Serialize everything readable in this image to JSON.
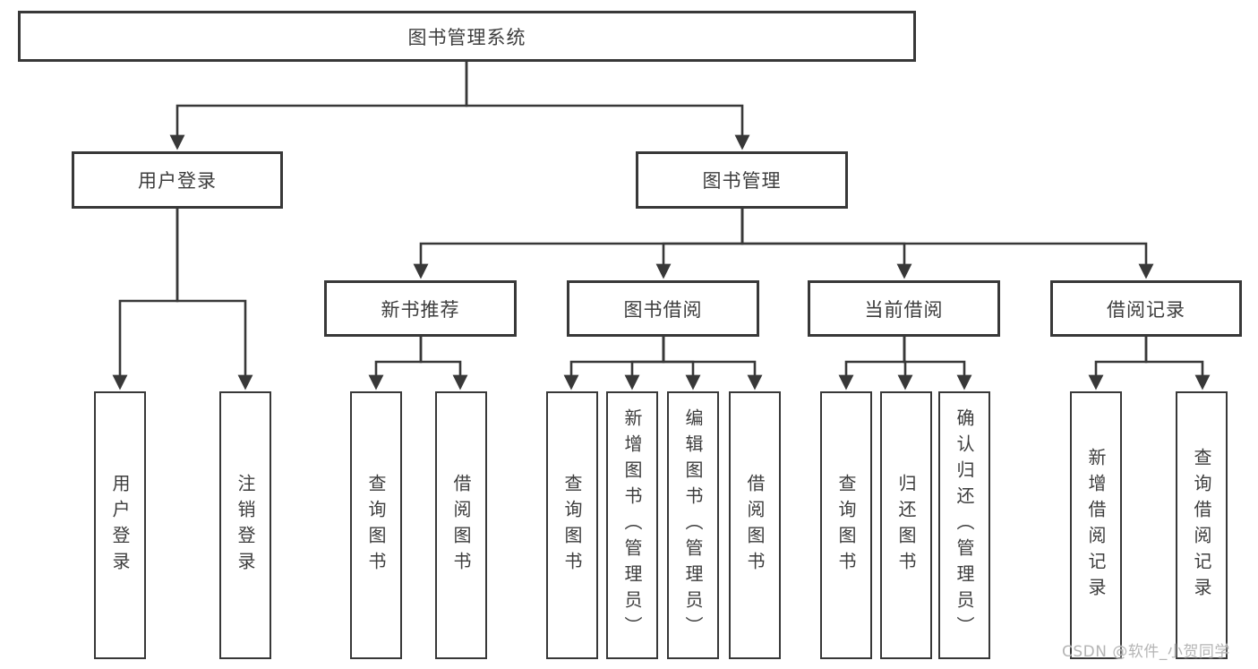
{
  "tree": {
    "root": "图书管理系统",
    "branches": [
      {
        "label": "用户登录",
        "leaves": [
          "用户登录",
          "注销登录"
        ]
      },
      {
        "label": "图书管理",
        "groups": [
          {
            "label": "新书推荐",
            "leaves": [
              "查询图书",
              "借阅图书"
            ]
          },
          {
            "label": "图书借阅",
            "leaves": [
              "查询图书",
              "新增图书（管理员）",
              "编辑图书（管理员）",
              "借阅图书"
            ]
          },
          {
            "label": "当前借阅",
            "leaves": [
              "查询图书",
              "归还图书",
              "确认归还（管理员）"
            ]
          },
          {
            "label": "借阅记录",
            "leaves": [
              "新增借阅记录",
              "查询借阅记录"
            ]
          }
        ]
      }
    ]
  },
  "watermark": "CSDN @软件_小贺同学",
  "colors": {
    "line": "#383838",
    "text": "#3d3d3d",
    "background": "#ffffff",
    "watermark": "#b5b5b5"
  }
}
